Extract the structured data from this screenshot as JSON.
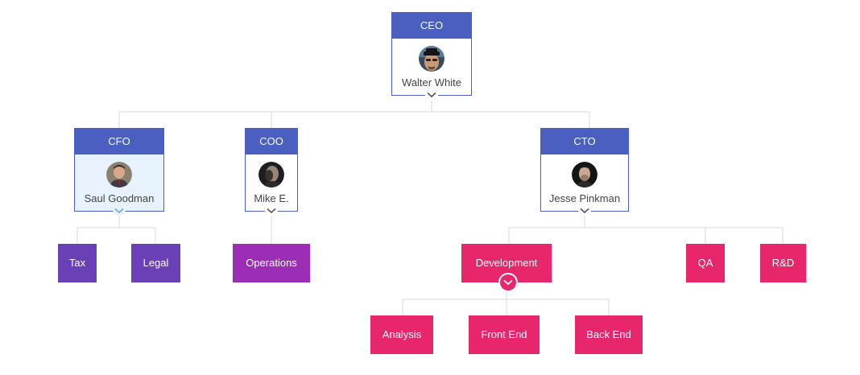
{
  "colors": {
    "executive": "#4a5fbf",
    "finance_teams": "#6b3fb5",
    "operations_team": "#9c2db5",
    "tech_teams": "#e8266c",
    "connector": "#d9d9d9"
  },
  "executives": {
    "ceo": {
      "role": "CEO",
      "name": "Walter White",
      "avatar": "avatar-walter-icon"
    },
    "cfo": {
      "role": "CFO",
      "name": "Saul Goodman",
      "avatar": "avatar-saul-icon"
    },
    "coo": {
      "role": "COO",
      "name": "Mike E.",
      "avatar": "avatar-mike-icon"
    },
    "cto": {
      "role": "CTO",
      "name": "Jesse Pinkman",
      "avatar": "avatar-jesse-icon"
    }
  },
  "teams": {
    "tax": "Tax",
    "legal": "Legal",
    "operations": "Operations",
    "development": "Development",
    "qa": "QA",
    "rnd": "R&D",
    "analysis": "Analysis",
    "front_end": "Front End",
    "back_end": "Back End"
  }
}
